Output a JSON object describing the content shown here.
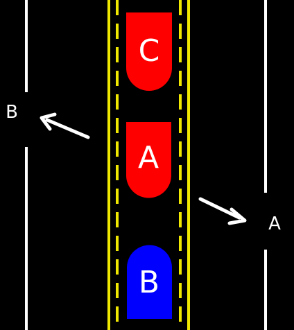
{
  "colors": {
    "background": "#000000",
    "road_lines": "#ffffff",
    "median_lines": "#f0e800",
    "car_red": "#ff0000",
    "car_blue": "#0000ff",
    "arrows": "#ffffff",
    "text": "#ffffff"
  },
  "cars": [
    {
      "label": "C",
      "color": "red"
    },
    {
      "label": "A",
      "color": "red"
    },
    {
      "label": "B",
      "color": "blue"
    }
  ],
  "exits": {
    "left": {
      "label": "B"
    },
    "right": {
      "label": "A"
    }
  }
}
